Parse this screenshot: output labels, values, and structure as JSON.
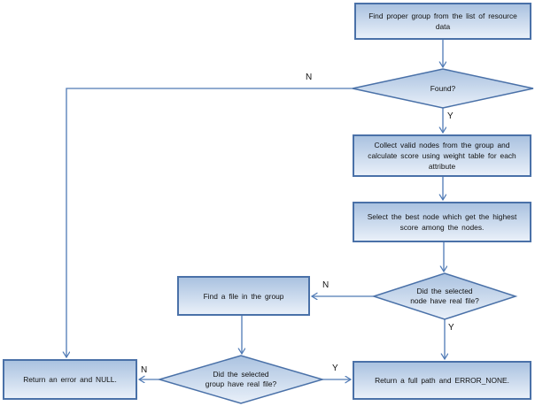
{
  "flowchart": {
    "nodes": {
      "find_group": "Find proper group from the list of resource data",
      "found": "Found?",
      "collect": "Collect valid nodes from the group and calculate score using weight table for each attribute",
      "select_best": "Select the best node which get the highest score among the nodes.",
      "node_file": "Did the selected node have real file?",
      "find_file": "Find a file in the group",
      "group_file": "Did the selected group have real file?",
      "return_error": "Return an error and NULL.",
      "return_path": "Return a full path and ERROR_NONE."
    },
    "edge_labels": {
      "found_no": "N",
      "found_yes": "Y",
      "node_no": "N",
      "node_yes": "Y",
      "group_no": "N",
      "group_yes": "Y"
    },
    "colors": {
      "shape_fill_top": "#aac2e0",
      "shape_fill_bottom": "#e9f0f9",
      "shape_border": "#4a71a8",
      "connector": "#4f7ab5",
      "text": "#111111"
    }
  }
}
